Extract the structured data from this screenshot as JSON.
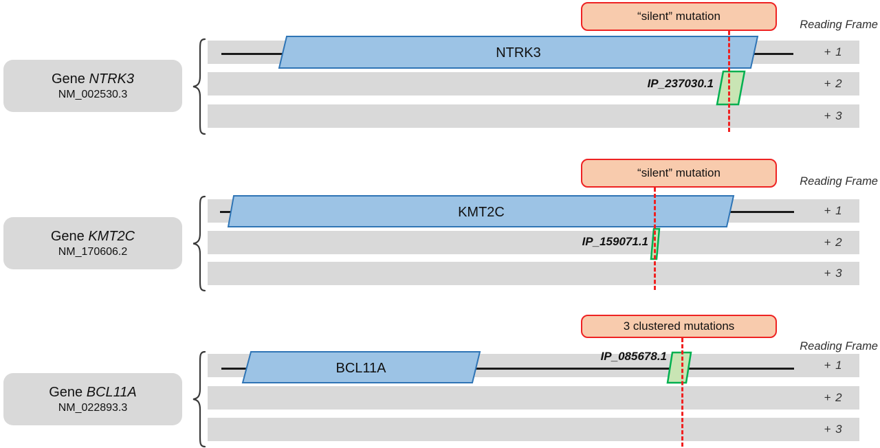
{
  "reading_frame_heading": "Reading Frame",
  "frames": [
    "+ 1",
    "+ 2",
    "+ 3"
  ],
  "panels": [
    {
      "gene_title_prefix": "Gene",
      "gene_name": "NTRK3",
      "accession": "NM_002530.3",
      "callout": "“silent” mutation",
      "exon_label": "NTRK3",
      "isoform_label": "IP_237030.1"
    },
    {
      "gene_title_prefix": "Gene",
      "gene_name": "KMT2C",
      "accession": "NM_170606.2",
      "callout": "“silent” mutation",
      "exon_label": "KMT2C",
      "isoform_label": "IP_159071.1"
    },
    {
      "gene_title_prefix": "Gene",
      "gene_name": "BCL11A",
      "accession": "NM_022893.3",
      "callout": "3 clustered mutations",
      "exon_label": "BCL11A",
      "isoform_label": "IP_085678.1"
    }
  ],
  "colors": {
    "track_gray": "#d9d9d9",
    "gene_box_gray": "#d9d9d9",
    "exon_fill": "#9cc3e5",
    "exon_border": "#2e74b5",
    "mutation_fill": "#c9e5b4",
    "mutation_border": "#00b050",
    "callout_fill": "#f8cbad",
    "callout_border": "#ee2222",
    "dashed_line_red": "#f02020",
    "intron_line_black": "#1a1a1a"
  }
}
